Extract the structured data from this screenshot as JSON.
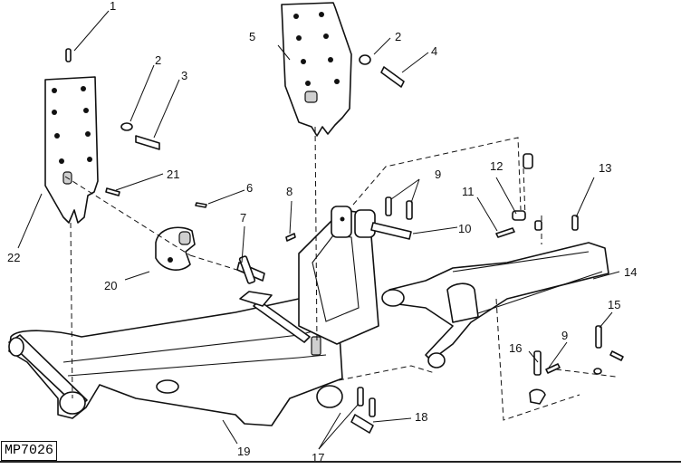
{
  "figure_code": "MP7026",
  "callouts": {
    "c1": "1",
    "c2a": "2",
    "c2b": "2",
    "c3": "3",
    "c4": "4",
    "c5": "5",
    "c6": "6",
    "c7": "7",
    "c8": "8",
    "c9a": "9",
    "c9b": "9",
    "c10": "10",
    "c11": "11",
    "c12": "12",
    "c13": "13",
    "c14": "14",
    "c15": "15",
    "c16": "16",
    "c17": "17",
    "c18": "18",
    "c19": "19",
    "c20": "20",
    "c21": "21",
    "c22": "22"
  }
}
